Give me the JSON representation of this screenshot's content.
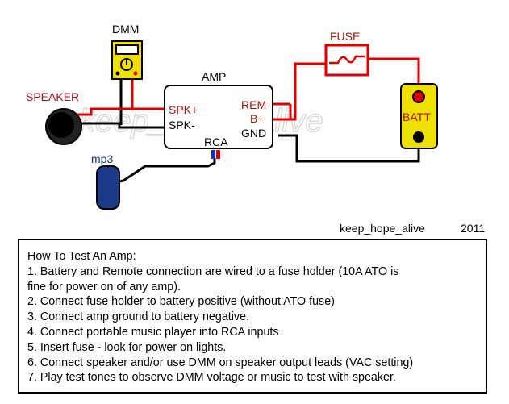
{
  "diagram": {
    "watermark": "keep_hope_alive",
    "labels": {
      "dmm": "DMM",
      "fuse": "FUSE",
      "amp": "AMP",
      "speaker": "SPEAKER",
      "spk_plus": "SPK+",
      "spk_minus": "SPK-",
      "rem": "REM",
      "b_plus": "B+",
      "gnd": "GND",
      "rca": "RCA",
      "batt": "BATT",
      "mp3": "mp3"
    },
    "colors": {
      "wire_positive": "#e00000",
      "wire_ground": "#000000",
      "dmm_body": "#f0e000",
      "batt_body": "#f0e000",
      "mp3_body": "#1a3a8a",
      "label_red": "#aa1010",
      "label_blue": "#1a3070",
      "rca_red": "#e00000",
      "rca_blue": "#1030c0"
    }
  },
  "credit": {
    "author": "keep_hope_alive",
    "year": "2011"
  },
  "instructions": {
    "title": "How To Test An Amp:",
    "lines": [
      "1.  Battery and Remote connection are wired to a fuse holder (10A ATO is",
      "fine for power on of any amp).",
      "2.  Connect fuse holder to battery positive (without ATO fuse)",
      "3.  Connect amp ground to battery negative.",
      "4.  Connect portable music player into RCA inputs",
      "5.  Insert fuse - look for power on lights.",
      "6.  Connect speaker and/or use DMM on speaker output leads (VAC setting)",
      "7.  Play test tones to observe DMM voltage or music to test with speaker."
    ]
  }
}
